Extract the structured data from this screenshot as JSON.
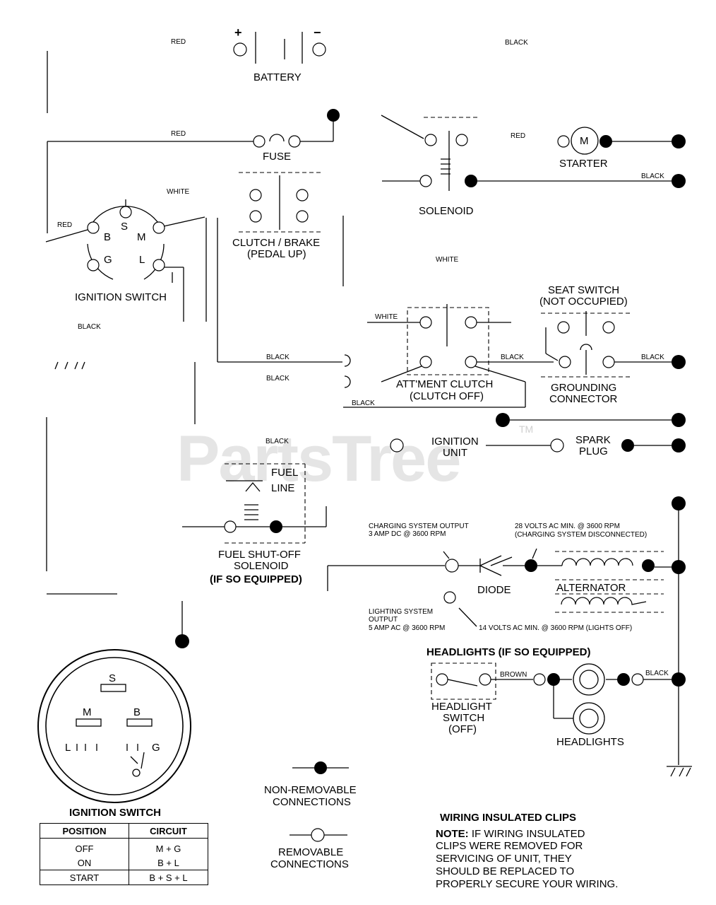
{
  "wire_colors": {
    "red_top": "RED",
    "black_top": "BLACK",
    "red_fuse": "RED",
    "red_starter": "RED",
    "white_ign": "WHITE",
    "red_ign": "RED",
    "black_starter": "BLACK",
    "white_solenoid": "WHITE",
    "black_left": "BLACK",
    "white_att": "WHITE",
    "black_att_left": "BLACK",
    "black_att_right": "BLACK",
    "black_seat_right": "BLACK",
    "black_mid": "BLACK",
    "black_bottom_loop": "BLACK",
    "black_fuel": "BLACK",
    "brown": "BROWN",
    "black_headlight": "BLACK"
  },
  "components": {
    "battery": "BATTERY",
    "battery_plus": "+",
    "battery_minus": "−",
    "fuse": "FUSE",
    "clutch_brake_1": "CLUTCH / BRAKE",
    "clutch_brake_2": "(PEDAL UP)",
    "solenoid": "SOLENOID",
    "starter": "STARTER",
    "starter_m": "M",
    "ignition_switch": "IGNITION SWITCH",
    "ign_s": "S",
    "ign_b": "B",
    "ign_m": "M",
    "ign_g": "G",
    "ign_l": "L",
    "seat_switch_1": "SEAT SWITCH",
    "seat_switch_2": "(NOT OCCUPIED)",
    "attment_clutch_1": "ATT'MENT CLUTCH",
    "attment_clutch_2": "(CLUTCH OFF)",
    "grounding_1": "GROUNDING",
    "grounding_2": "CONNECTOR",
    "ignition_unit_1": "IGNITION",
    "ignition_unit_2": "UNIT",
    "spark_plug_1": "SPARK",
    "spark_plug_2": "PLUG",
    "fuel_line_1": "FUEL",
    "fuel_line_2": "LINE",
    "fuel_solenoid_1": "FUEL SHUT-OFF",
    "fuel_solenoid_2": "SOLENOID",
    "fuel_solenoid_3": "(IF SO EQUIPPED)",
    "diode": "DIODE",
    "alternator": "ALTERNATOR",
    "headlights_title": "HEADLIGHTS (IF SO EQUIPPED)",
    "headlight_switch_1": "HEADLIGHT",
    "headlight_switch_2": "SWITCH",
    "headlight_switch_3": "(OFF)",
    "headlights": "HEADLIGHTS"
  },
  "charging": {
    "output_1": "CHARGING SYSTEM OUTPUT",
    "output_2": "3 AMP DC @ 3600 RPM",
    "volts28_1": "28 VOLTS AC MIN. @ 3600 RPM",
    "volts28_2": "(CHARGING SYSTEM DISCONNECTED)",
    "lighting_1": "LIGHTING SYSTEM",
    "lighting_2": "OUTPUT",
    "lighting_3": "5 AMP AC @ 3600 RPM",
    "volts14": "14 VOLTS AC MIN. @ 3600 RPM (LIGHTS OFF)"
  },
  "ignition_diagram": {
    "title": "IGNITION SWITCH",
    "s": "S",
    "m": "M",
    "b": "B",
    "l": "L",
    "g": "G"
  },
  "switch_table": {
    "headers": [
      "POSITION",
      "CIRCUIT"
    ],
    "rows": [
      [
        "OFF",
        "M + G"
      ],
      [
        "ON",
        "B + L"
      ],
      [
        "START",
        "B + S + L"
      ]
    ]
  },
  "legend": {
    "non_removable_1": "NON-REMOVABLE",
    "non_removable_2": "CONNECTIONS",
    "removable_1": "REMOVABLE",
    "removable_2": "CONNECTIONS"
  },
  "note": {
    "title": "WIRING INSULATED CLIPS",
    "label": "NOTE:",
    "line1": " IF WIRING INSULATED",
    "line2": "CLIPS WERE REMOVED FOR",
    "line3": "SERVICING OF UNIT, THEY",
    "line4": "SHOULD BE REPLACED TO",
    "line5": "PROPERLY SECURE YOUR WIRING."
  },
  "watermark": {
    "text": "PartsTree",
    "tm": "TM"
  }
}
